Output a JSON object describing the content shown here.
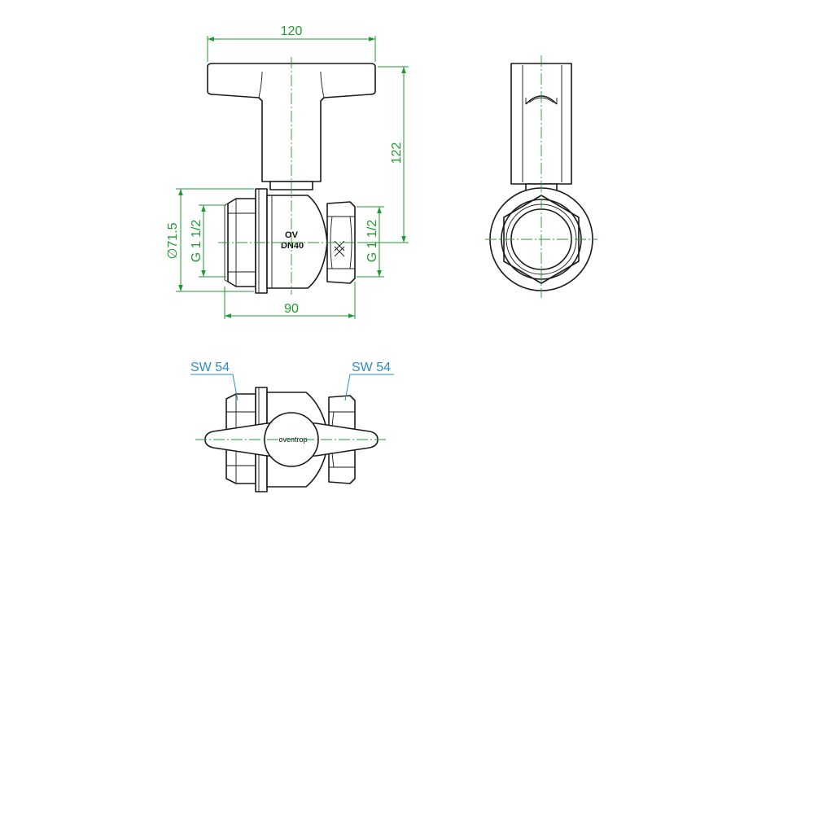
{
  "dimensions": {
    "handle_width": "120",
    "overall_height": "122",
    "body_diameter": "∅71.5",
    "thread_left": "G 1 1/2",
    "thread_right": "G 1 1/2",
    "body_length": "90"
  },
  "body_marking": {
    "line1": "OV",
    "line2": "DN40"
  },
  "top_view": {
    "wrench_left": "SW 54",
    "wrench_right": "SW 54",
    "handle_brand": "oventrop"
  },
  "colors": {
    "outline": "#1a1a1a",
    "dimension": "#1f9a2f",
    "callout": "#2a8cc9"
  }
}
